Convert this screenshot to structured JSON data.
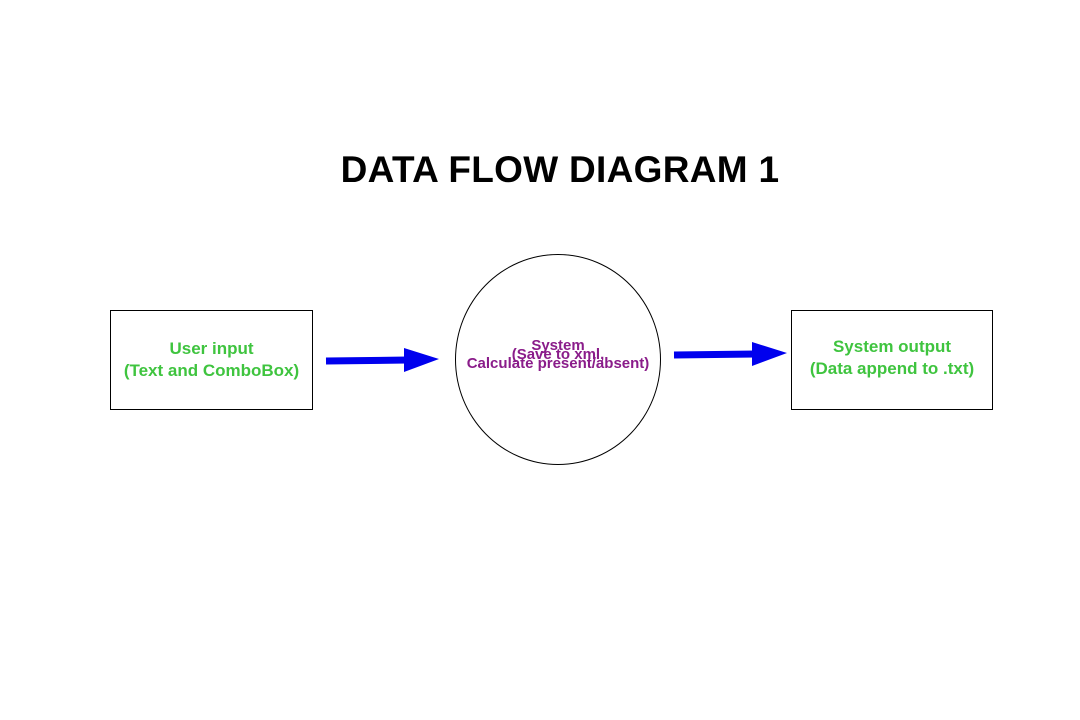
{
  "title": "DATA FLOW DIAGRAM 1",
  "nodes": {
    "input": {
      "line1": "User input",
      "line2": "(Text and ComboBox)"
    },
    "system": {
      "line1": "System",
      "line2": "(Save to xml,",
      "line3": "Calculate present/absent)"
    },
    "output": {
      "line1": "System output",
      "line2": "(Data append to .txt)"
    }
  },
  "colors": {
    "external_text": "#3fc43f",
    "process_text": "#8a1c8a",
    "arrow": "#0000ee"
  }
}
